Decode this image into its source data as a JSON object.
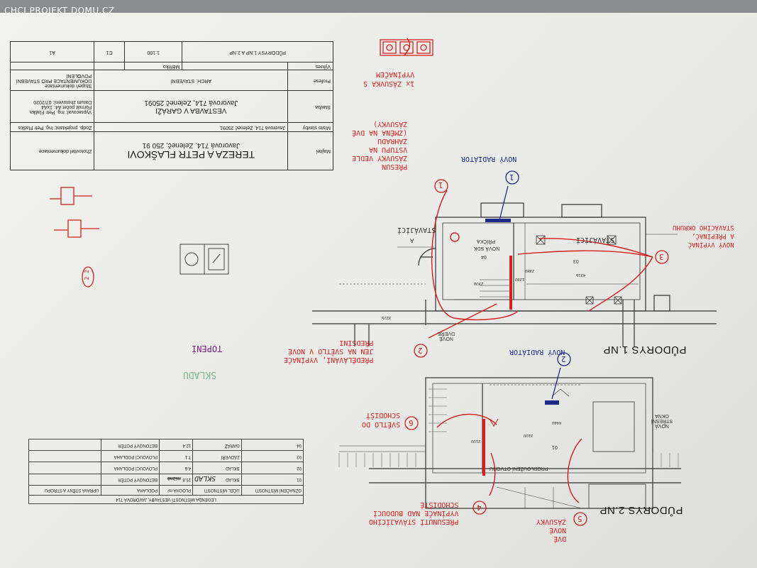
{
  "watermark": "CHCI PROJEKT DOMU.CZ",
  "title_block": {
    "drawing_title": "PŮDORYSY 1.NP A 2.NP",
    "scale": "1:100",
    "format": "C1",
    "sheet": "A1",
    "investor": "TEREZA A PETR FLAŠKOVI",
    "investor_address": "Javorová 714, Zeleneč, 250 91",
    "project_name": "VESTAVBA V GARÁŽI",
    "project_address": "Javorová 714, Zeleneč 25091",
    "part": "ARCH. STAVEBNÍ",
    "stage": "DOKUMENTACE PRO STAVEBNÍ POVOLENÍ",
    "label_investor": "Majitel",
    "label_stavba": "Stavba",
    "label_profese": "Profese",
    "label_vykres": "Výkres",
    "label_meritko": "Měřítko",
    "label_mista": "Místo stavby",
    "zodp": "Zodp. projektant: Ing. Petr Flaška",
    "vypracoval": "Vypracoval: Ing. Petr Flaška",
    "formatt": "Formát počet A4: 1xA4",
    "datum": "Datum zhotovení: 07/2020",
    "stupen": "Stupeň dokumentace",
    "zhotovitel": "Zhotovitel dokumentace"
  },
  "legend": {
    "title": "LEGENDA MÍSTNOSTÍ VESTAVBY, JAVOROVÁ 714",
    "rows": [
      {
        "no": "04",
        "name": "GARÁŽ",
        "area": "12.4",
        "floor": "BETONOVÝ POTĚR"
      },
      {
        "no": "03",
        "name": "ZÁDVEŘÍ",
        "area": "7.1",
        "floor": "PLOVOUCÍ PODLAHA"
      },
      {
        "no": "02",
        "name": "SKLAD",
        "area": "4.6",
        "floor": "PLOVOUCÍ PODLAHA"
      },
      {
        "no": "01",
        "name": "SKLAD",
        "area": "15.8",
        "floor": "BETONOVÝ POTĚR"
      }
    ],
    "head_no": "OZNAČENÍ MÍSTNOSTI",
    "head_name": "ÚČEL MÍSTNOSTI",
    "head_area": "PLOCHA m²",
    "head_floor": "PODLAHA",
    "head_wall": "ÚPRAVA STĚNY A STROPU"
  },
  "plans": {
    "np1_title": "PŮDORYS 1.NP",
    "np2_title": "PŮDORYS 2.NP",
    "room_03": "03",
    "room_04": "04",
    "room_01": "01",
    "nova_sdk": "NOVÁ SDK",
    "pricka": "PŘÍČKA",
    "nove_dvere": "NOVÉ DVEŘE",
    "prodlouzeni": "PRODLOUŽENÍ OTVORU",
    "nova_stresni": "NOVÁ STŘEŠNÍ OKNA",
    "dim_4315": "4315",
    "dim_2380": "2380",
    "dim_1280": "1280",
    "dim_2300": "2300",
    "dim_3225": "3225",
    "dim_4440": "4440",
    "dim_3100": "3100",
    "dim_2100": "2100",
    "sec_a": "A"
  },
  "annotations": {
    "n1_num": "1",
    "n1_text": [
      "PŘESUN",
      "ZÁSUVKY VEDLE",
      "VSTUPU NA",
      "ZAHRADU",
      "(ZMĚNA NA DVĚ",
      "ZÁSUVKY)"
    ],
    "n1_extra": [
      "1x ZÁSUVKA S",
      "VYPÍNAČEM"
    ],
    "blue1_num": "1",
    "blue1_text": "NOVÝ RADIÁTOR",
    "blue2_num": "2",
    "blue2_text": "NOVÝ RADIÁTOR",
    "n2_num": "2",
    "n2_text": [
      "PŘEDĚLÁVÁNÍ, VYPÍNAČE",
      "JEN NA SVĚTLO V NOVÉ",
      "PŘEDSÍNI"
    ],
    "n3_num": "3",
    "n3_text": [
      "NOVÝ VYPÍNAČ",
      "A PŘEPÍNAČ,",
      "STAVÁCÍHO OKRUHU"
    ],
    "stavajici1": "STAVÁJÍCÍ",
    "stavajici2": "STAVÁJÍCÍ",
    "n4_num": "4",
    "n4_text": [
      "PŘESUNUTÍ STÁVAJÍCÍHO",
      "VYPÍNAČE NAD BUDOUCÍ",
      "SCHODIŠTĚ"
    ],
    "n5_num": "5",
    "n5_text": [
      "DVĚ",
      "NOVÉ",
      "ZÁSUVKY"
    ],
    "n6_num": "6",
    "n6_text": [
      "SVĚTLO DO",
      "SCHODIŠŤ"
    ],
    "purple_text": [
      "TOPENÍ"
    ],
    "green_text": "SKLADU",
    "sklad_hw": "SKLAD",
    "cross_hw": "mlžně",
    "n_bot": "2 2"
  },
  "colors": {
    "red": "#d4201e",
    "blue": "#1d2a8a",
    "purple": "#7a1d7e"
  }
}
